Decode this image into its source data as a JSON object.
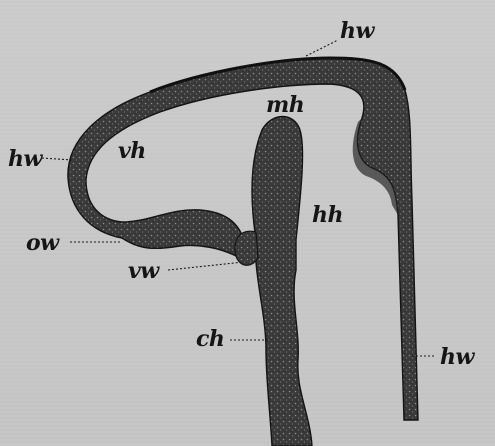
{
  "labels": {
    "hw_top": "hw",
    "hw_left": "hw",
    "hw_right": "hw",
    "vh": "vh",
    "mh": "mh",
    "hh": "hh",
    "ow": "ow",
    "vw": "vw",
    "ch": "ch"
  },
  "colors": {
    "background": "#c9c9c9",
    "tissue": "#3c3c3c",
    "tissue_dark": "#1e1e1e",
    "label": "#151515"
  }
}
